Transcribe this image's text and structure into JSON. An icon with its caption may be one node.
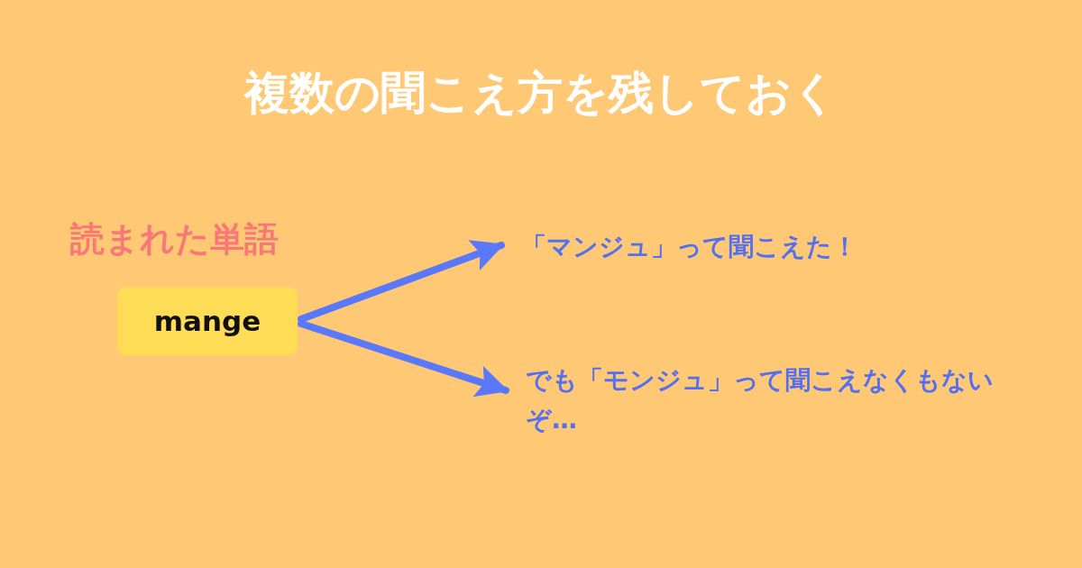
{
  "diagram": {
    "title": "複数の聞こえ方を残しておく",
    "nodes": [
      {
        "text": [
          "mange"
        ],
        "beside": [
          "読まれた単語"
        ]
      },
      {
        "text": [
          "「マンジュ」って聞こえた！"
        ]
      },
      {
        "text": [
          "でも「モンジュ」って聞こえなくもないぞ…"
        ]
      }
    ],
    "edges": [
      {
        "from": 0,
        "to": 1,
        "arrow": "to"
      },
      {
        "from": 0,
        "to": 2,
        "arrow": "to"
      }
    ]
  }
}
